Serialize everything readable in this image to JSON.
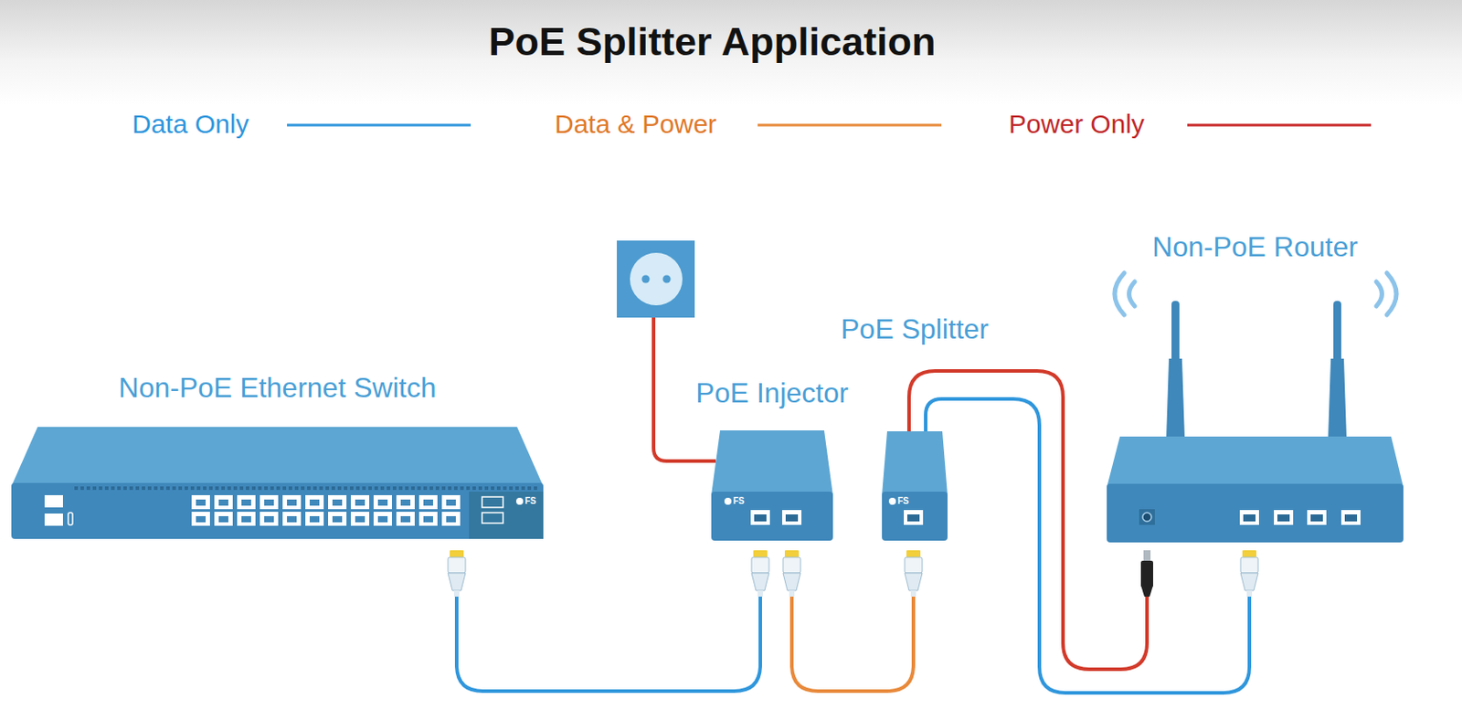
{
  "diagram": {
    "title": "PoE Splitter Application",
    "nodes": [
      {
        "text": [
          "Non-PoE Ethernet Switch"
        ]
      },
      {
        "text": [
          "PoE Injector"
        ]
      },
      {
        "text": [
          "PoE Splitter"
        ]
      },
      {
        "text": [
          "Non-PoE Router"
        ]
      }
    ],
    "edges": [
      {
        "from": 0,
        "to": 1,
        "arrow": "none"
      },
      {
        "from": 1,
        "to": 2,
        "arrow": "none"
      },
      {
        "from": 2,
        "to": 3,
        "arrow": "none"
      },
      {
        "from": 2,
        "to": 3,
        "arrow": "none"
      }
    ],
    "labels": [
      "FS",
      "FS",
      "FS"
    ],
    "legend": [
      {
        "text": "Data Only"
      },
      {
        "text": "Data & Power"
      },
      {
        "text": "Power Only"
      }
    ]
  }
}
